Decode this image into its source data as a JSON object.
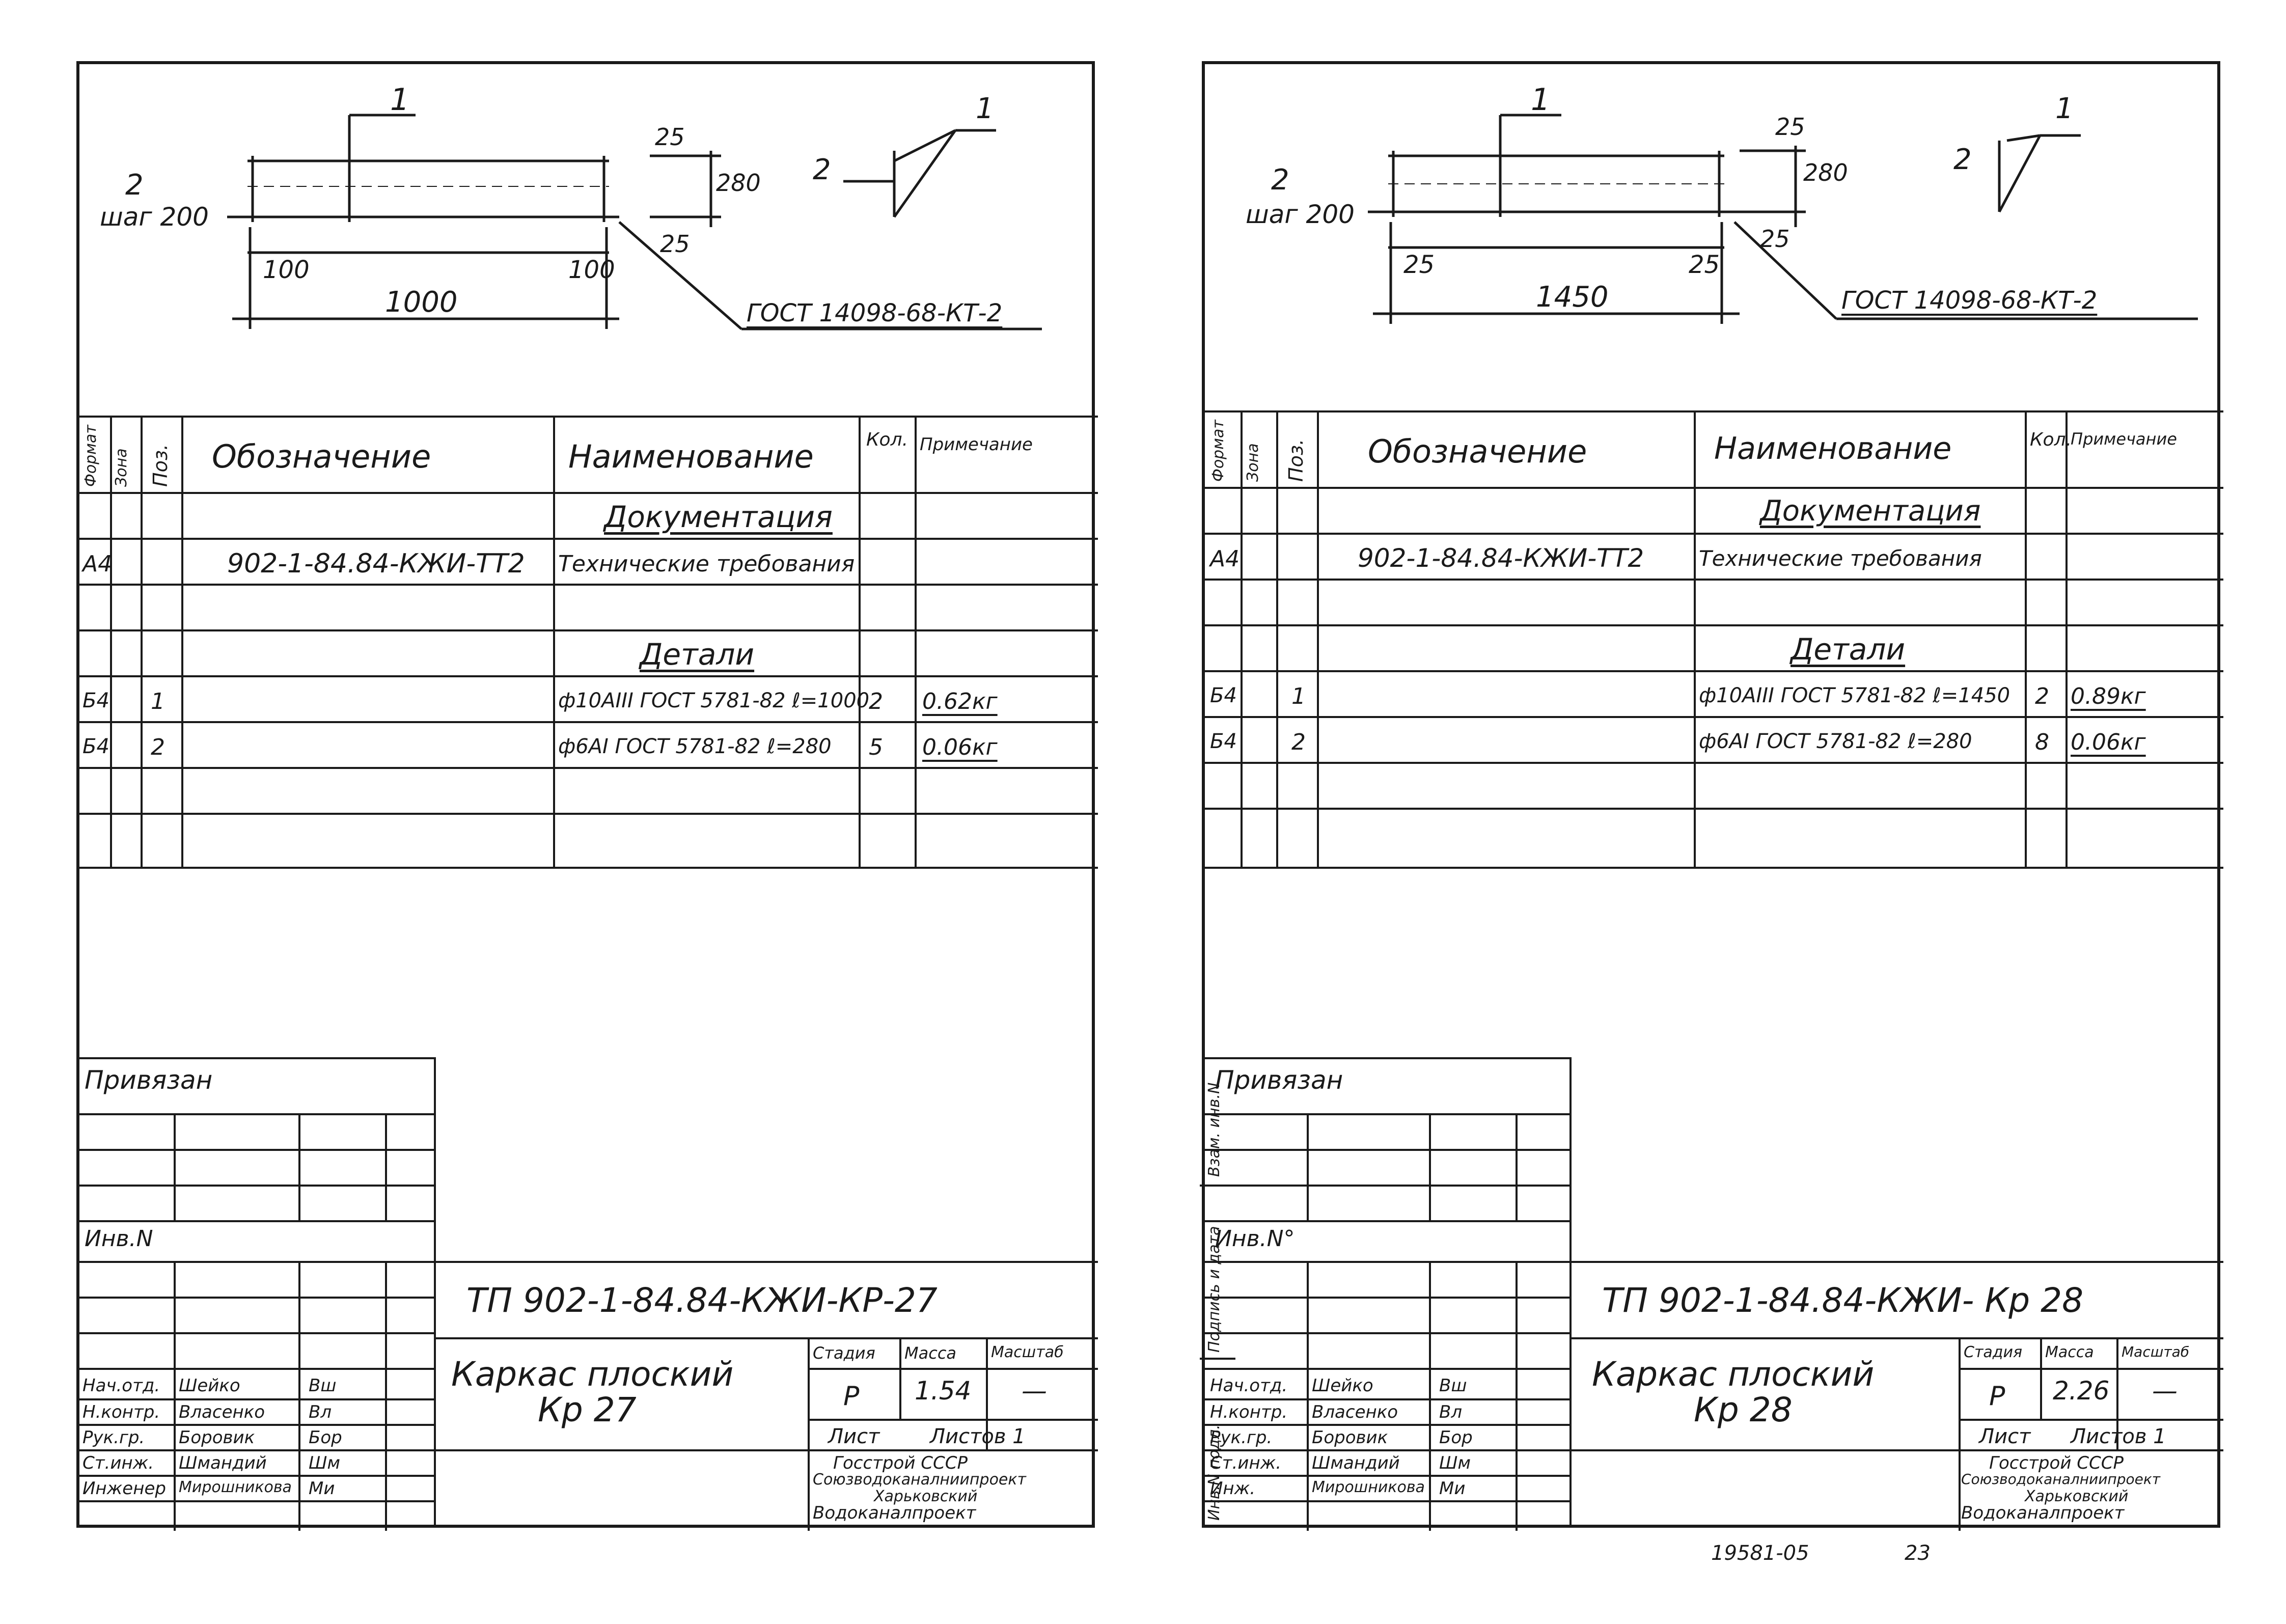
{
  "sheets": [
    {
      "drawing": {
        "pos1": "1",
        "pos2": "2",
        "pitch": "шаг 200",
        "dim_100_left": "100",
        "dim_100_right": "100",
        "dim_length": "1000",
        "dim_25_top": "25",
        "dim_25_bottom": "25",
        "dim_280": "280",
        "section_pos2": "2",
        "section_pos1": "1",
        "gost_note": "ГОСТ 14098-68-КТ-2"
      },
      "spec": {
        "headers": {
          "format": "Формат",
          "zone": "Зона",
          "pos": "Поз.",
          "designation": "Обозначение",
          "name": "Наименование",
          "qty": "Кол.",
          "note": "Примечание"
        },
        "section_docs": "Документация",
        "doc_row": {
          "format": "А4",
          "designation": "902-1-84.84-КЖИ-ТТ2",
          "name": "Технические требования"
        },
        "section_parts": "Детали",
        "rows": [
          {
            "format": "Б4",
            "pos": "1",
            "name": "ф10АIII ГОСТ 5781-82 ℓ=1000",
            "qty": "2",
            "note": "0.62кг"
          },
          {
            "format": "Б4",
            "pos": "2",
            "name": "ф6АI ГОСТ 5781-82 ℓ=280",
            "qty": "5",
            "note": "0.06кг"
          }
        ]
      },
      "stamp": {
        "attached": "Привязан",
        "inv": "Инв.N",
        "code": "ТП 902-1-84.84-КЖИ-КР-27",
        "title": "Каркас плоский",
        "mark": "Кр 27",
        "stage_label": "Стадия",
        "mass_label": "Масса",
        "scale_label": "Масштаб",
        "stage": "Р",
        "mass": "1.54",
        "scale": "—",
        "sheet_label": "Лист",
        "sheets_label": "Листов 1",
        "org1": "Госстрой СССР",
        "org2": "Союзводоканалниипроект",
        "org3": "Харьковский",
        "org4": "Водоканалпроект",
        "people": [
          {
            "role": "Нач.отд.",
            "name": "Шейко",
            "sign": "Вш"
          },
          {
            "role": "Н.контр.",
            "name": "Власенко",
            "sign": "Вл"
          },
          {
            "role": "Рук.гр.",
            "name": "Боровик",
            "sign": "Бор"
          },
          {
            "role": "Ст.инж.",
            "name": "Шмандий",
            "sign": "Шм"
          },
          {
            "role": "Инженер",
            "name": "Мирошникова",
            "sign": "Ми"
          }
        ]
      }
    },
    {
      "drawing": {
        "pos1": "1",
        "pos2": "2",
        "pitch": "шаг 200",
        "dim_100_left": "25",
        "dim_100_right": "25",
        "dim_length": "1450",
        "dim_25_top": "25",
        "dim_25_bottom": "25",
        "dim_280": "280",
        "section_pos2": "2",
        "section_pos1": "1",
        "gost_note": "ГОСТ 14098-68-КТ-2"
      },
      "spec": {
        "headers": {
          "format": "Формат",
          "zone": "Зона",
          "pos": "Поз.",
          "designation": "Обозначение",
          "name": "Наименование",
          "qty": "Кол.",
          "note": "Примечание"
        },
        "section_docs": "Документация",
        "doc_row": {
          "format": "А4",
          "designation": "902-1-84.84-КЖИ-ТТ2",
          "name": "Технические требования"
        },
        "section_parts": "Детали",
        "rows": [
          {
            "format": "Б4",
            "pos": "1",
            "name": "ф10АIII ГОСТ 5781-82 ℓ=1450",
            "qty": "2",
            "note": "0.89кг"
          },
          {
            "format": "Б4",
            "pos": "2",
            "name": "ф6АI ГОСТ 5781-82 ℓ=280",
            "qty": "8",
            "note": "0.06кг"
          }
        ]
      },
      "stamp": {
        "attached": "Привязан",
        "inv": "Инв.N°",
        "code": "ТП 902-1-84.84-КЖИ- Кр 28",
        "title": "Каркас плоский",
        "mark": "Кр 28",
        "stage_label": "Стадия",
        "mass_label": "Масса",
        "scale_label": "Масштаб",
        "stage": "Р",
        "mass": "2.26",
        "scale": "—",
        "sheet_label": "Лист",
        "sheets_label": "Листов 1",
        "org1": "Госстрой СССР",
        "org2": "Союзводоканалниипроект",
        "org3": "Харьковский",
        "org4": "Водоканалпроект",
        "people": [
          {
            "role": "Нач.отд.",
            "name": "Шейко",
            "sign": "Вш"
          },
          {
            "role": "Н.контр.",
            "name": "Власенко",
            "sign": "Вл"
          },
          {
            "role": "Рук.гр.",
            "name": "Боровик",
            "sign": "Бор"
          },
          {
            "role": "Ст.инж.",
            "name": "Шмандий",
            "sign": "Шм"
          },
          {
            "role": "Инж.",
            "name": "Мирошникова",
            "sign": "Ми"
          }
        ]
      }
    }
  ],
  "side_labels": {
    "interchange": "Взам. инв.N",
    "sign_date": "Подпись и дата",
    "orig_inv": "Инв.N подл."
  },
  "footer": {
    "archive": "19581-05",
    "page": "23"
  }
}
